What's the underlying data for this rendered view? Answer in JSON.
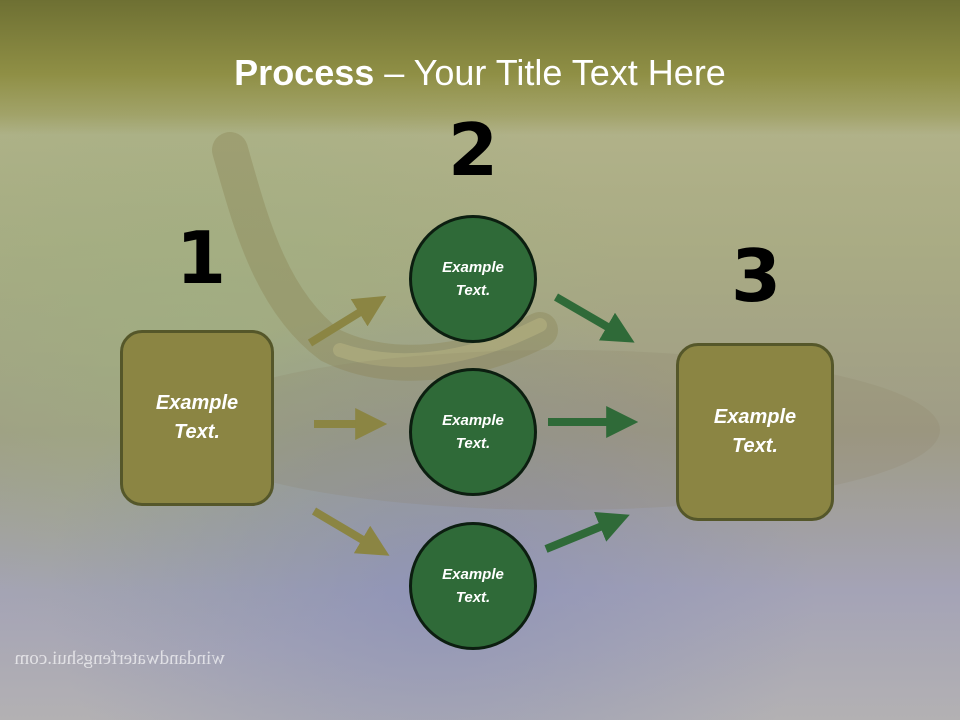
{
  "slide": {
    "title_bold": "Process",
    "title_rest": " – Your Title Text Here",
    "numbers": [
      "1",
      "2",
      "3"
    ],
    "left_box": "Example Text.",
    "circles": [
      "Example Text.",
      "Example Text.",
      "Example Text."
    ],
    "right_box": "Example Text.",
    "watermark": "windandwaterfengshui.com"
  },
  "colors": {
    "title_band": "#8f8f45",
    "box_fill": "#8b8543",
    "circle_fill": "#2f6a38",
    "arrow_olive": "#8b8543",
    "arrow_green": "#2f6a38"
  }
}
